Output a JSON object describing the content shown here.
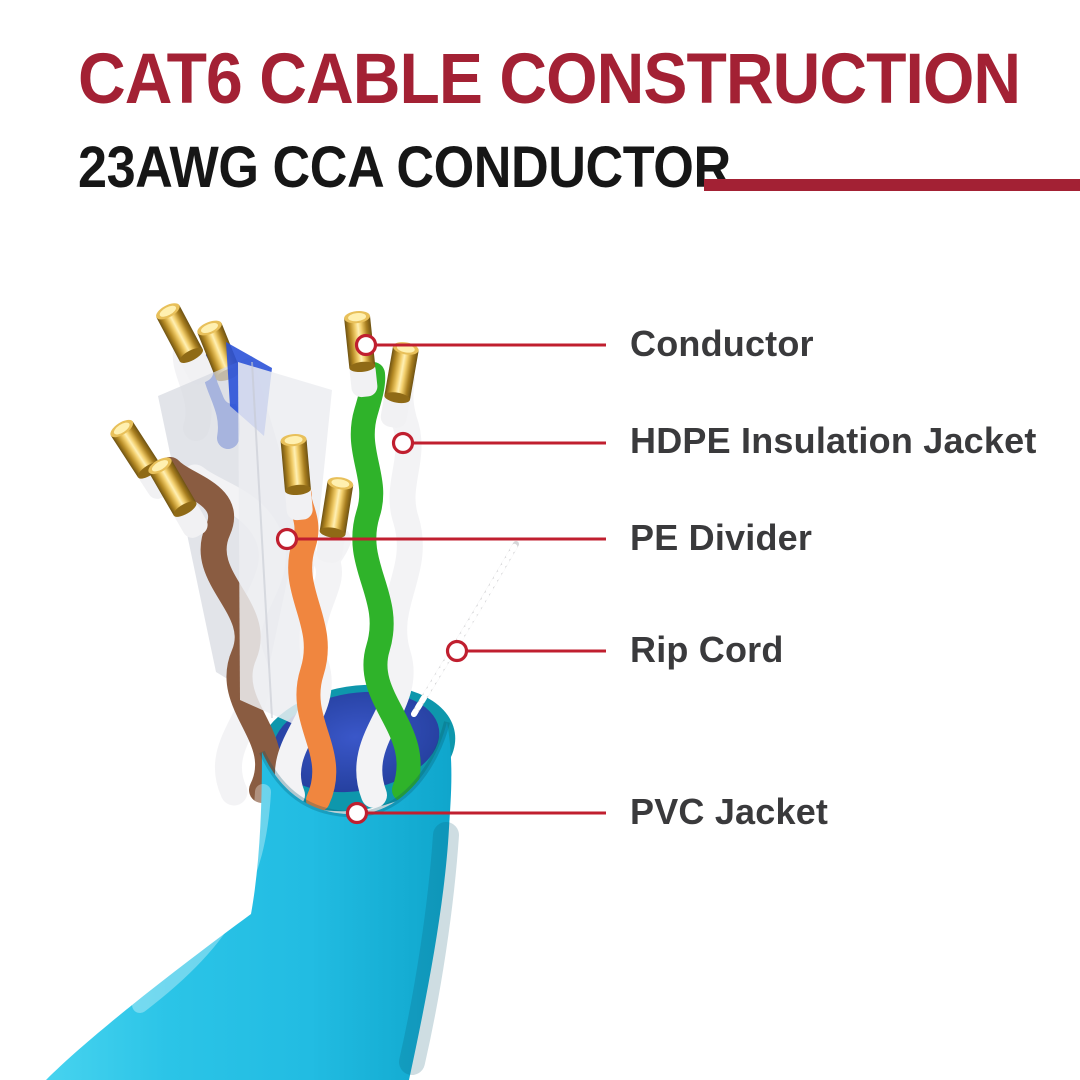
{
  "header": {
    "title": "CAT6 CABLE CONSTRUCTION",
    "subtitle": "23AWG CCA CONDUCTOR"
  },
  "callouts": [
    {
      "label": "Conductor"
    },
    {
      "label": "HDPE Insulation Jacket"
    },
    {
      "label": "PE Divider"
    },
    {
      "label": "Rip Cord"
    },
    {
      "label": "PVC Jacket"
    }
  ],
  "colors": {
    "title_red": "#A32134",
    "callout_red": "#C01F2F",
    "label_gray": "#3A3A3C",
    "jacket_cyan": "#2BC4E7",
    "rim_teal": "#0E97AC",
    "cavity_navy": "#2A46AE",
    "pair_green": "#2FB32A",
    "pair_orange": "#F0863F",
    "pair_brown": "#8A5C41",
    "pair_blue": "#2B52D8",
    "insulation_white": "#F3F3F5",
    "conductor_gold": "#E8C05A",
    "rip_cord_gray": "#D6D6D8"
  }
}
